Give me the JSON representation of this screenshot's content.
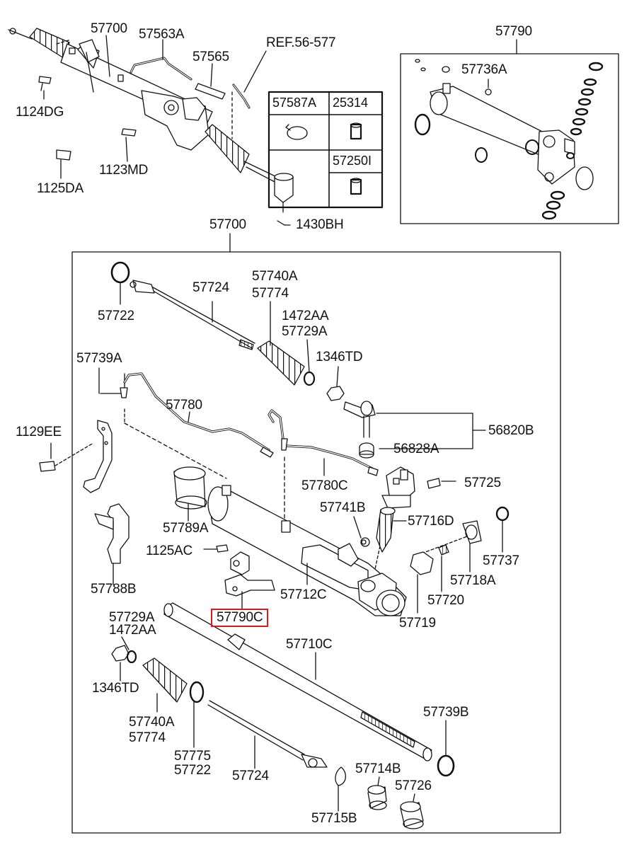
{
  "diagram": {
    "labels": {
      "p57700_top": "57700",
      "p57563A": "57563A",
      "p57565": "57565",
      "pREF": "REF.56-577",
      "p1124DG": "1124DG",
      "p1123MD": "1123MD",
      "p1125DA": "1125DA",
      "p1430BH": "1430BH",
      "p57790_top": "57790",
      "p57736A": "57736A",
      "p57700_box": "57700",
      "p57724_a": "57724",
      "p57722_a": "57722",
      "p57740A_a": "57740A",
      "p57774_a": "57774",
      "p1472AA_a": "1472AA",
      "p57729A_a": "57729A",
      "p1346TD_a": "1346TD",
      "p57739A": "57739A",
      "p57780": "57780",
      "p1129EE": "1129EE",
      "p56820B": "56820B",
      "p56828A": "56828A",
      "p57780C": "57780C",
      "p57725": "57725",
      "p57789A": "57789A",
      "p57741B": "57741B",
      "p57716D": "57716D",
      "p1125AC": "1125AC",
      "p57737": "57737",
      "p57718A": "57718A",
      "p57712C": "57712C",
      "p57720": "57720",
      "p57788B": "57788B",
      "p57719": "57719",
      "p57790C": "57790C",
      "p57729A_b": "57729A",
      "p1472AA_b": "1472AA",
      "p57710C": "57710C",
      "p1346TD_b": "1346TD",
      "p57739B": "57739B",
      "p57740A_b": "57740A",
      "p57774_b": "57774",
      "p57775": "57775",
      "p57722_b": "57722",
      "p57724_b": "57724",
      "p57714B": "57714B",
      "p57726": "57726",
      "p57715B": "57715B"
    },
    "parts_table": {
      "cells": [
        "57587A",
        "25314",
        "57250I"
      ]
    },
    "highlight_color": "#e01818"
  }
}
